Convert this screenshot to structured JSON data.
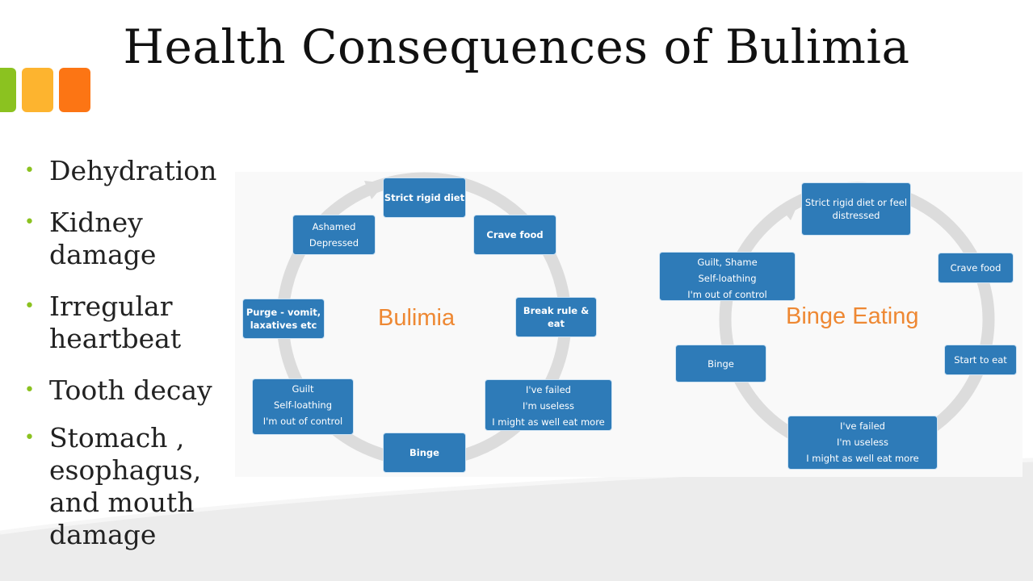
{
  "slide": {
    "title": "Health Consequences of Bulimia",
    "accent_colors": [
      "#8bc220",
      "#fdb42f",
      "#fc7514"
    ]
  },
  "bullets": [
    {
      "lines": [
        "Dehydration"
      ]
    },
    {
      "lines": [
        "Kidney",
        "damage"
      ]
    },
    {
      "lines": [
        "Irregular",
        "heartbeat"
      ]
    },
    {
      "lines": [
        "Tooth decay"
      ]
    },
    {
      "lines": [
        "Stomach ,",
        "esophagus,",
        "and mouth",
        "damage"
      ]
    }
  ],
  "bullet_color": "#8bc220",
  "diagrams": {
    "bulimia": {
      "title": "Bulimia",
      "nodes": [
        {
          "id": "strict",
          "lines": [
            "Strict rigid diet"
          ]
        },
        {
          "id": "crave",
          "lines": [
            "Crave food"
          ]
        },
        {
          "id": "break",
          "lines": [
            "Break rule &",
            "eat"
          ]
        },
        {
          "id": "failed",
          "lines": [
            "I've failed",
            "I'm useless",
            "I might as well eat more"
          ]
        },
        {
          "id": "binge",
          "lines": [
            "Binge"
          ]
        },
        {
          "id": "guilt",
          "lines": [
            "Guilt",
            "Self-loathing",
            "I'm out of control"
          ]
        },
        {
          "id": "purge",
          "lines": [
            "Purge - vomit,",
            "laxatives etc"
          ]
        },
        {
          "id": "ashamed",
          "lines": [
            "Ashamed",
            "Depressed"
          ]
        }
      ]
    },
    "binge_eating": {
      "title": "Binge Eating",
      "nodes": [
        {
          "id": "strict",
          "lines": [
            "Strict rigid diet  or feel",
            "distressed"
          ]
        },
        {
          "id": "crave",
          "lines": [
            "Crave food"
          ]
        },
        {
          "id": "start",
          "lines": [
            "Start to eat"
          ]
        },
        {
          "id": "failed",
          "lines": [
            "I've failed",
            "I'm useless",
            "I might as well eat more"
          ]
        },
        {
          "id": "binge",
          "lines": [
            "Binge"
          ]
        },
        {
          "id": "guilt",
          "lines": [
            "Guilt, Shame",
            "Self-loathing",
            "I'm out of control"
          ]
        }
      ]
    }
  },
  "node_color": "#2e7bb8",
  "label_color": "#ee8833",
  "ring_color": "#dcdcdc"
}
